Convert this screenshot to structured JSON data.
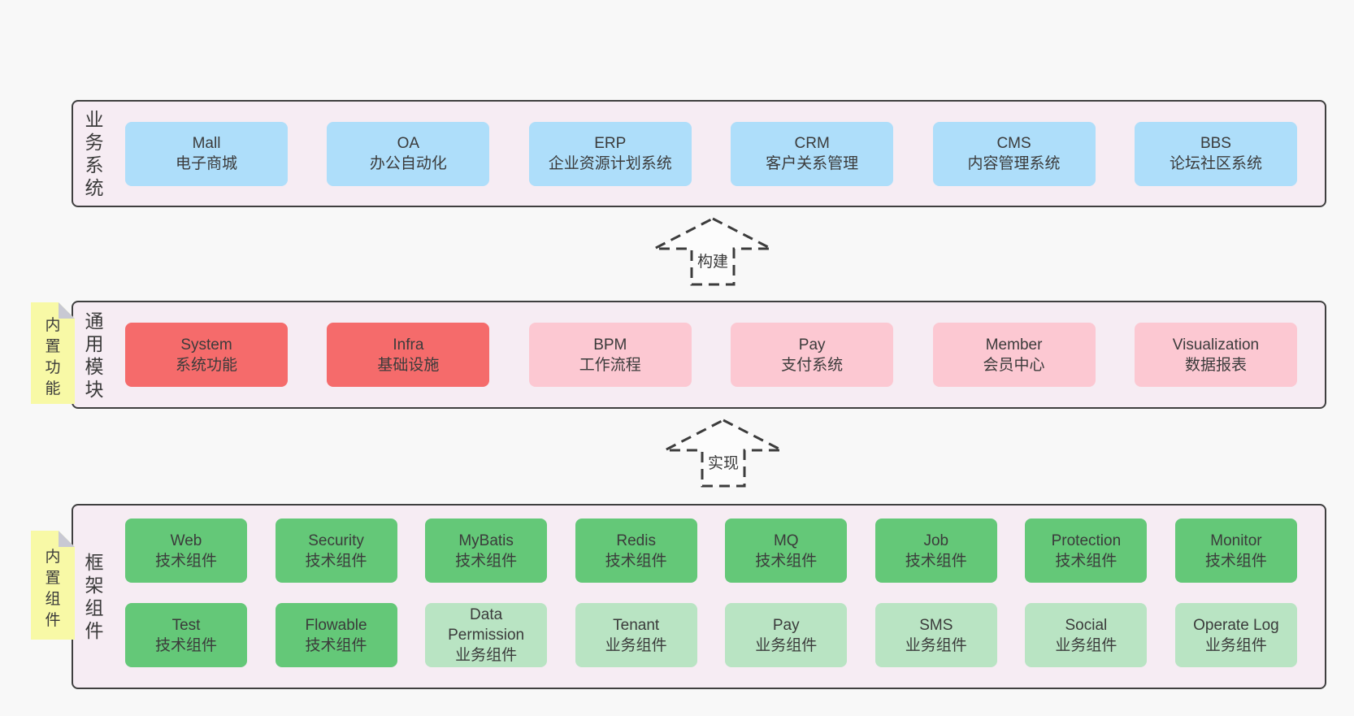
{
  "arrows": [
    {
      "label": "构建"
    },
    {
      "label": "实现"
    }
  ],
  "layers": [
    {
      "label": "业务系统",
      "items": [
        {
          "title": "Mall",
          "subtitle": "电子商城",
          "variant": "blue"
        },
        {
          "title": "OA",
          "subtitle": "办公自动化",
          "variant": "blue"
        },
        {
          "title": "ERP",
          "subtitle": "企业资源计划系统",
          "variant": "blue"
        },
        {
          "title": "CRM",
          "subtitle": "客户关系管理",
          "variant": "blue"
        },
        {
          "title": "CMS",
          "subtitle": "内容管理系统",
          "variant": "blue"
        },
        {
          "title": "BBS",
          "subtitle": "论坛社区系统",
          "variant": "blue"
        }
      ]
    },
    {
      "label": "通用模块",
      "note": "内置功能",
      "items": [
        {
          "title": "System",
          "subtitle": "系统功能",
          "variant": "red"
        },
        {
          "title": "Infra",
          "subtitle": "基础设施",
          "variant": "red"
        },
        {
          "title": "BPM",
          "subtitle": "工作流程",
          "variant": "pink"
        },
        {
          "title": "Pay",
          "subtitle": "支付系统",
          "variant": "pink"
        },
        {
          "title": "Member",
          "subtitle": "会员中心",
          "variant": "pink"
        },
        {
          "title": "Visualization",
          "subtitle": "数据报表",
          "variant": "pink"
        }
      ]
    },
    {
      "label": "框架组件",
      "note": "内置组件",
      "rows": [
        [
          {
            "title": "Web",
            "subtitle": "技术组件",
            "variant": "green"
          },
          {
            "title": "Security",
            "subtitle": "技术组件",
            "variant": "green"
          },
          {
            "title": "MyBatis",
            "subtitle": "技术组件",
            "variant": "green"
          },
          {
            "title": "Redis",
            "subtitle": "技术组件",
            "variant": "green"
          },
          {
            "title": "MQ",
            "subtitle": "技术组件",
            "variant": "green"
          },
          {
            "title": "Job",
            "subtitle": "技术组件",
            "variant": "green"
          },
          {
            "title": "Protection",
            "subtitle": "技术组件",
            "variant": "green"
          },
          {
            "title": "Monitor",
            "subtitle": "技术组件",
            "variant": "green"
          }
        ],
        [
          {
            "title": "Test",
            "subtitle": "技术组件",
            "variant": "green"
          },
          {
            "title": "Flowable",
            "subtitle": "技术组件",
            "variant": "green"
          },
          {
            "title": "Data Permission",
            "subtitle": "业务组件",
            "variant": "lightgreen"
          },
          {
            "title": "Tenant",
            "subtitle": "业务组件",
            "variant": "lightgreen"
          },
          {
            "title": "Pay",
            "subtitle": "业务组件",
            "variant": "lightgreen"
          },
          {
            "title": "SMS",
            "subtitle": "业务组件",
            "variant": "lightgreen"
          },
          {
            "title": "Social",
            "subtitle": "业务组件",
            "variant": "lightgreen"
          },
          {
            "title": "Operate Log",
            "subtitle": "业务组件",
            "variant": "lightgreen"
          }
        ]
      ]
    }
  ],
  "colors": {
    "page_bg": "#f8f8f8",
    "layer_bg": "#f6ecf3",
    "layer_border": "#3f3f3f",
    "blue": "#aedefa",
    "red": "#f56b6b",
    "pink": "#fcc8d2",
    "green": "#64c878",
    "light_green": "#b9e4c3",
    "note_yellow": "#f8f9a6",
    "note_fold": "#c8c9d3",
    "text": "#3b3b3b"
  }
}
